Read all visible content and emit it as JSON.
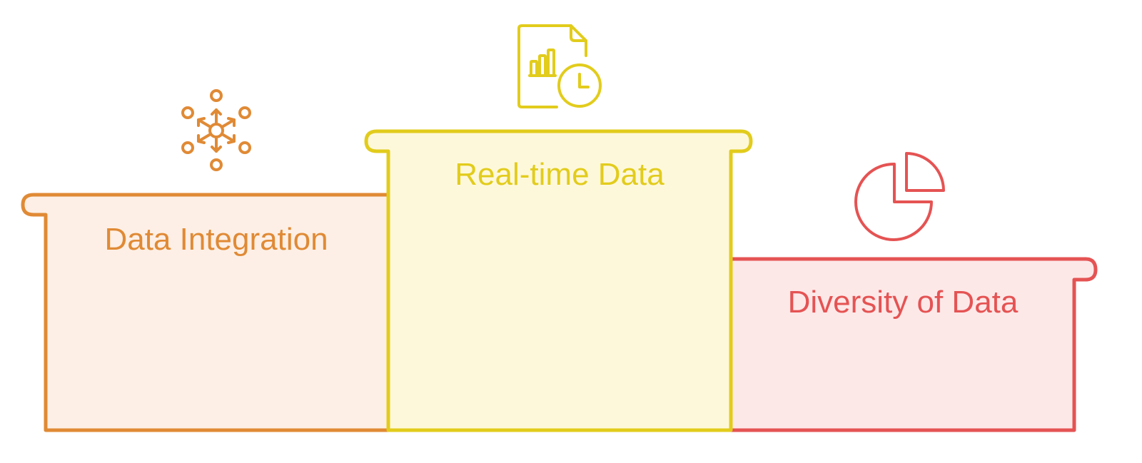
{
  "podium": {
    "left": {
      "label": "Data Integration",
      "icon": "network-hub-icon",
      "stroke_color": "#E08A35",
      "fill_color": "#FDEFE5"
    },
    "center": {
      "label": "Real-time Data",
      "icon": "report-clock-icon",
      "stroke_color": "#E2CC1C",
      "fill_color": "#FEF8DB"
    },
    "right": {
      "label": "Diversity of Data",
      "icon": "pie-chart-icon",
      "stroke_color": "#E55353",
      "fill_color": "#FDE8E8"
    }
  }
}
